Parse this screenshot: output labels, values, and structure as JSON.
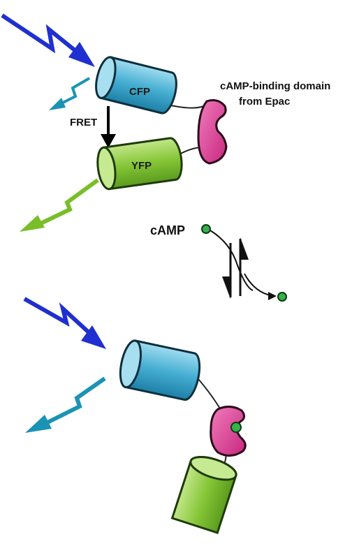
{
  "labels": {
    "cfp": "CFP",
    "yfp": "YFP",
    "fret": "FRET",
    "domain_line1": "cAMP-binding domain",
    "domain_line2": "from Epac",
    "camp": "cAMP"
  },
  "colors": {
    "excitation": "#1f2fd0",
    "cfp_emission": "#1b93b4",
    "yfp_emission": "#79be28",
    "cfp_body": "#3aa2c6",
    "cfp_light": "#8fd2ea",
    "yfp_body": "#7cbd2e",
    "yfp_light": "#b8e07a",
    "domain": "#e0489a",
    "camp_dot": "#35b24a"
  }
}
